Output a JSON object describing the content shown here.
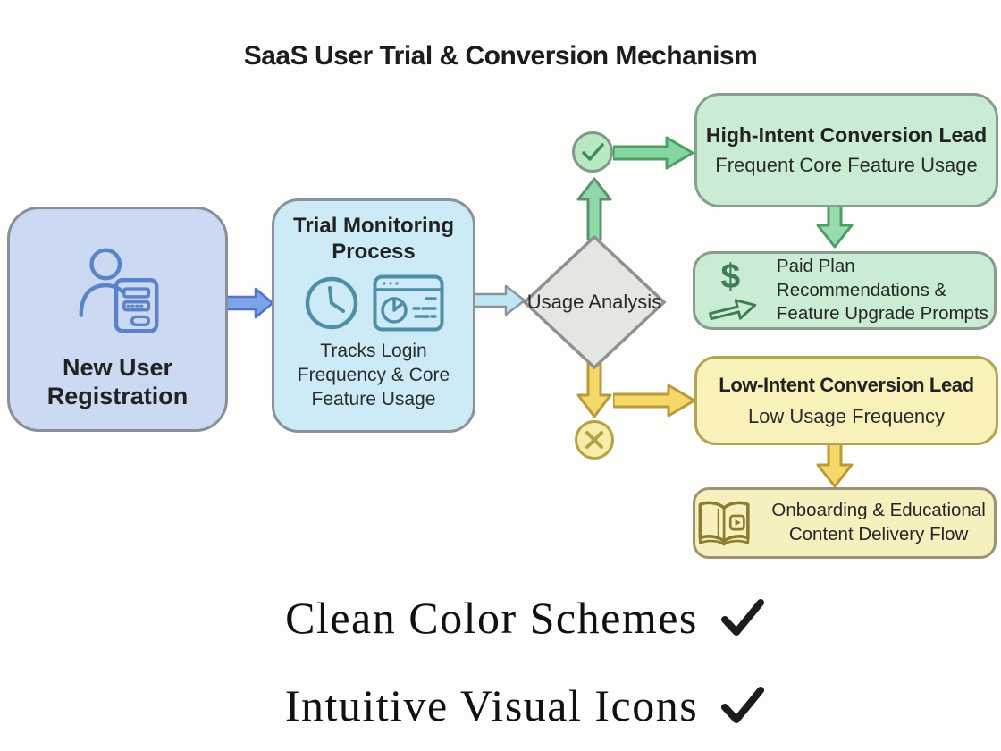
{
  "title": "SaaS User Trial & Conversion Mechanism",
  "flowchart": {
    "registration": {
      "label": "New User Registration"
    },
    "monitoring": {
      "title": "Trial Monitoring Process",
      "description": "Tracks Login Frequency & Core Feature Usage"
    },
    "decision": {
      "label": "Usage Analysis"
    },
    "high_intent": {
      "title": "High-Intent Conversion Lead",
      "subtitle": "Frequent Core Feature Usage"
    },
    "paid_plan": {
      "label": "Paid Plan Recommendations & Feature Upgrade Prompts"
    },
    "low_intent": {
      "title": "Low-Intent Conversion Lead",
      "subtitle": "Low Usage Frequency"
    },
    "onboarding": {
      "label": "Onboarding & Educational Content Delivery Flow"
    }
  },
  "footer": {
    "lines": [
      {
        "text": "Clean Color Schemes"
      },
      {
        "text": "Intuitive Visual Icons"
      }
    ]
  },
  "colors": {
    "registration_fill": "#ccd9f2",
    "monitoring_fill": "#cdebf6",
    "decision_fill": "#e5e5e2",
    "positive_fill": "#c9ecd3",
    "negative_fill": "#f8f1ba",
    "positive_arrow": "#8fd9a8",
    "negative_arrow": "#f6d76a",
    "blue_arrow": "#7da3e8",
    "cyan_arrow": "#bfe7f3",
    "registration_icon": "#5b83c9",
    "monitoring_icon": "#4e8ea6",
    "dollar_icon": "#3f7d54",
    "book_icon": "#8a7d2f"
  }
}
